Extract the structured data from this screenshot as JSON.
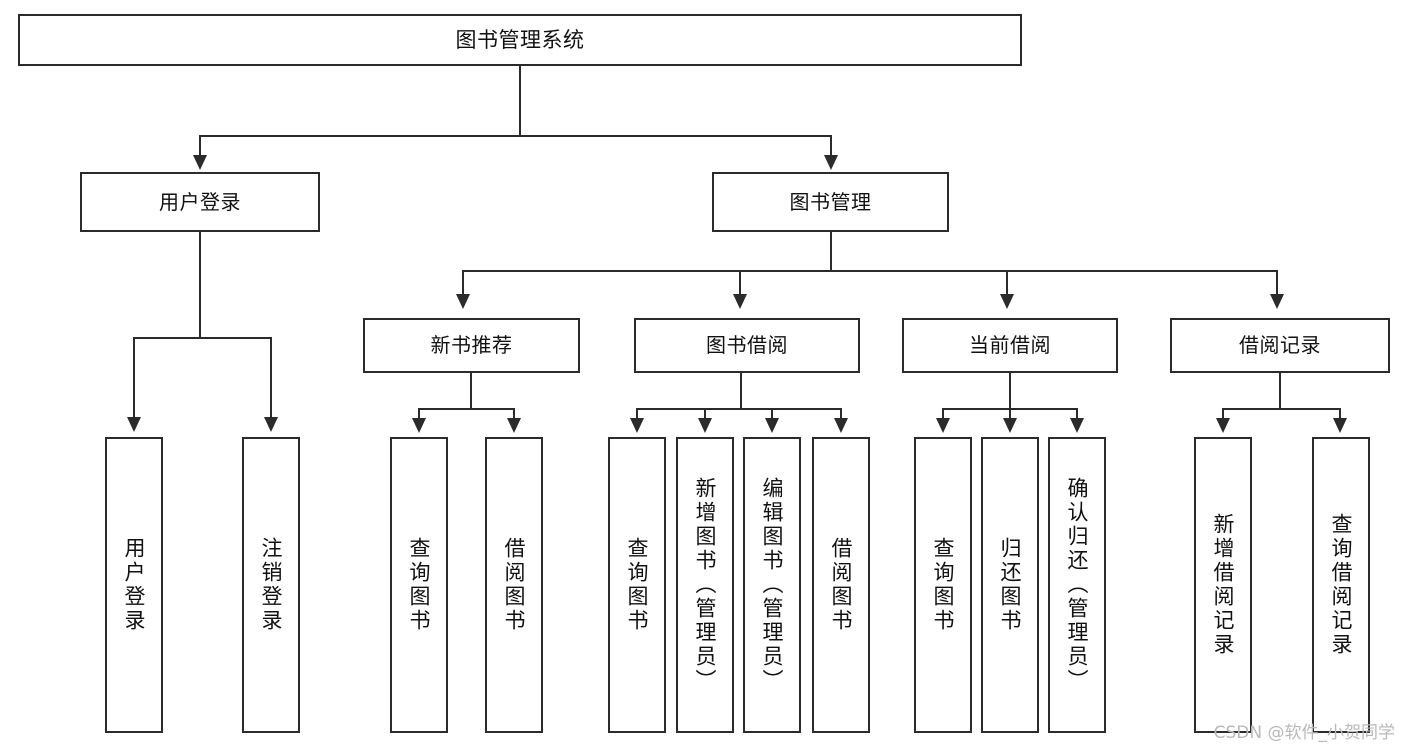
{
  "diagram": {
    "title": "图书管理系统",
    "type": "tree",
    "root": {
      "id": "root",
      "label": "图书管理系统"
    },
    "level2": [
      {
        "id": "user-login",
        "label": "用户登录"
      },
      {
        "id": "book-manage",
        "label": "图书管理"
      }
    ],
    "level3": [
      {
        "id": "new-book-rec",
        "label": "新书推荐",
        "parent": "book-manage"
      },
      {
        "id": "book-borrow",
        "label": "图书借阅",
        "parent": "book-manage"
      },
      {
        "id": "current-borrow",
        "label": "当前借阅",
        "parent": "book-manage"
      },
      {
        "id": "borrow-record",
        "label": "借阅记录",
        "parent": "book-manage"
      }
    ],
    "leaves": [
      {
        "id": "leaf-user-login",
        "label": "用户登录",
        "parent": "user-login"
      },
      {
        "id": "leaf-logout",
        "label": "注销登录",
        "parent": "user-login"
      },
      {
        "id": "leaf-query-book-1",
        "label": "查询图书",
        "parent": "new-book-rec"
      },
      {
        "id": "leaf-borrow-book-1",
        "label": "借阅图书",
        "parent": "new-book-rec"
      },
      {
        "id": "leaf-query-book-2",
        "label": "查询图书",
        "parent": "book-borrow"
      },
      {
        "id": "leaf-add-book",
        "label": "新增图书（管理员）",
        "parent": "book-borrow"
      },
      {
        "id": "leaf-edit-book",
        "label": "编辑图书（管理员）",
        "parent": "book-borrow"
      },
      {
        "id": "leaf-borrow-book-2",
        "label": "借阅图书",
        "parent": "book-borrow"
      },
      {
        "id": "leaf-query-book-3",
        "label": "查询图书",
        "parent": "current-borrow"
      },
      {
        "id": "leaf-return-book",
        "label": "归还图书",
        "parent": "current-borrow"
      },
      {
        "id": "leaf-confirm-return",
        "label": "确认归还（管理员）",
        "parent": "current-borrow"
      },
      {
        "id": "leaf-add-record",
        "label": "新增借阅记录",
        "parent": "borrow-record"
      },
      {
        "id": "leaf-query-record",
        "label": "查询借阅记录",
        "parent": "borrow-record"
      }
    ]
  },
  "watermark": {
    "text": "CSDN @软件_小贺同学"
  },
  "colors": {
    "stroke": "#2b2b2b",
    "fill": "#ffffff",
    "text": "#111111",
    "watermark": "#b9b9b9"
  }
}
